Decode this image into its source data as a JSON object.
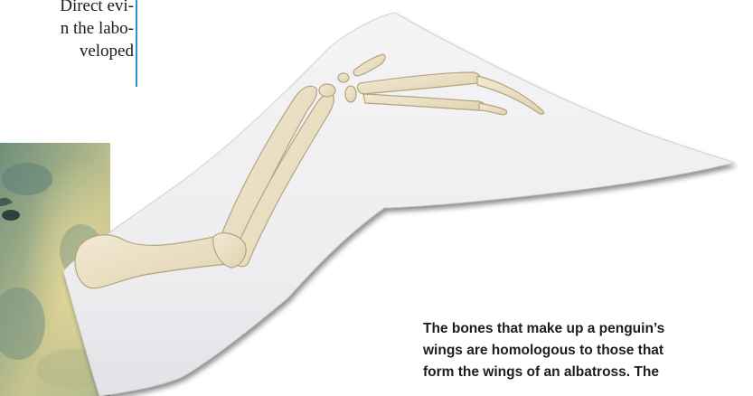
{
  "body_text": {
    "lines": [
      "Direct evi-",
      "n the labo-",
      "veloped"
    ]
  },
  "caption": {
    "lines": [
      "The bones that make up a penguin’s",
      "wings are homologous to those that",
      "form the wings of an albatross. The"
    ]
  },
  "colors": {
    "rule": "#2b93c9",
    "bone": "#eadfc6",
    "bone_outline": "#b8a988",
    "wing": "#f0f0f2",
    "wing_shadow": "#8a8a8e"
  },
  "icons": {
    "photo": "penguin-photo-fragment",
    "diagram": "wing-bone-diagram"
  }
}
